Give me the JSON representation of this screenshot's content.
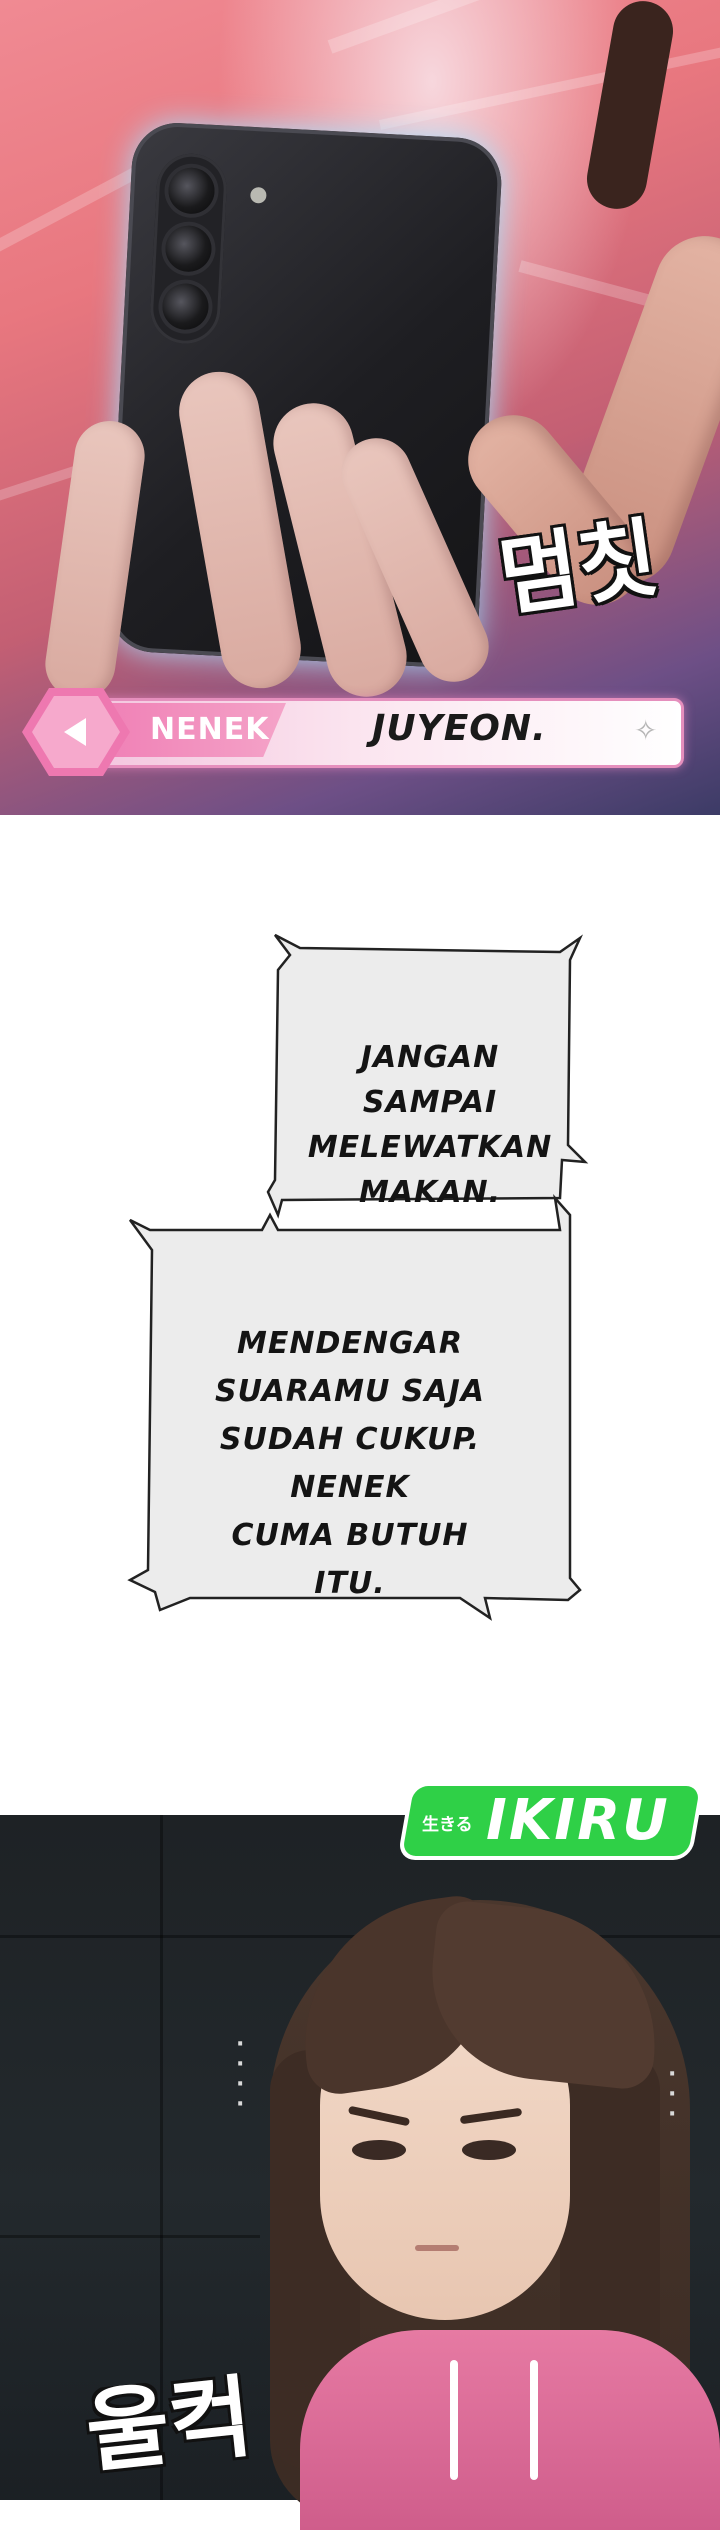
{
  "panel1": {
    "sfx": "멈칫",
    "caller": {
      "label": "NENEK",
      "name": "JUYEON."
    }
  },
  "bubbles": [
    {
      "lines": [
        "JANGAN SAMPAI",
        "MELEWATKAN",
        "MAKAN."
      ]
    },
    {
      "lines": [
        "MENDENGAR",
        "SUARAMU SAJA",
        "SUDAH CUKUP. NENEK",
        "CUMA BUTUH ITU."
      ]
    }
  ],
  "watermark": {
    "small": "生きる",
    "main": "IKIRU"
  },
  "panel3": {
    "sfx": "울컥"
  },
  "colors": {
    "panel1_bg": "#e8777f",
    "nameplate_accent": "#ee78b0",
    "logo_green": "#2fd047",
    "hoodie_pink": "#e67aa3"
  }
}
